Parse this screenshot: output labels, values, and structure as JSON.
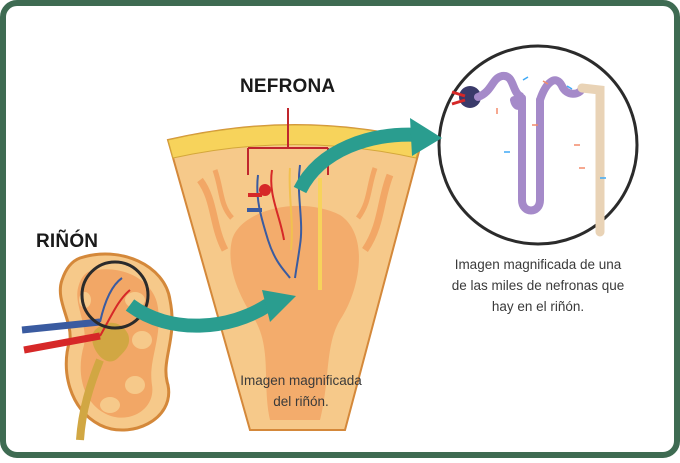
{
  "labels": {
    "nephron_title": "NEFRONA",
    "kidney_title": "RIÑÓN"
  },
  "captions": {
    "kidney_magnified": [
      "Imagen magnificada",
      "del riñón."
    ],
    "nephron_magnified": [
      "Imagen magnificada de una",
      "de las miles de nefronas que",
      "hay en el riñón."
    ]
  },
  "colors": {
    "frame": "#3e6b52",
    "cortex": "#f6c98a",
    "medulla": "#f2a766",
    "arrow": "#2a9d8f",
    "artery": "#d62828",
    "vein": "#3a5ba0",
    "tubule": "#a58ac9",
    "collecting_duct": "#e9d3b6"
  }
}
